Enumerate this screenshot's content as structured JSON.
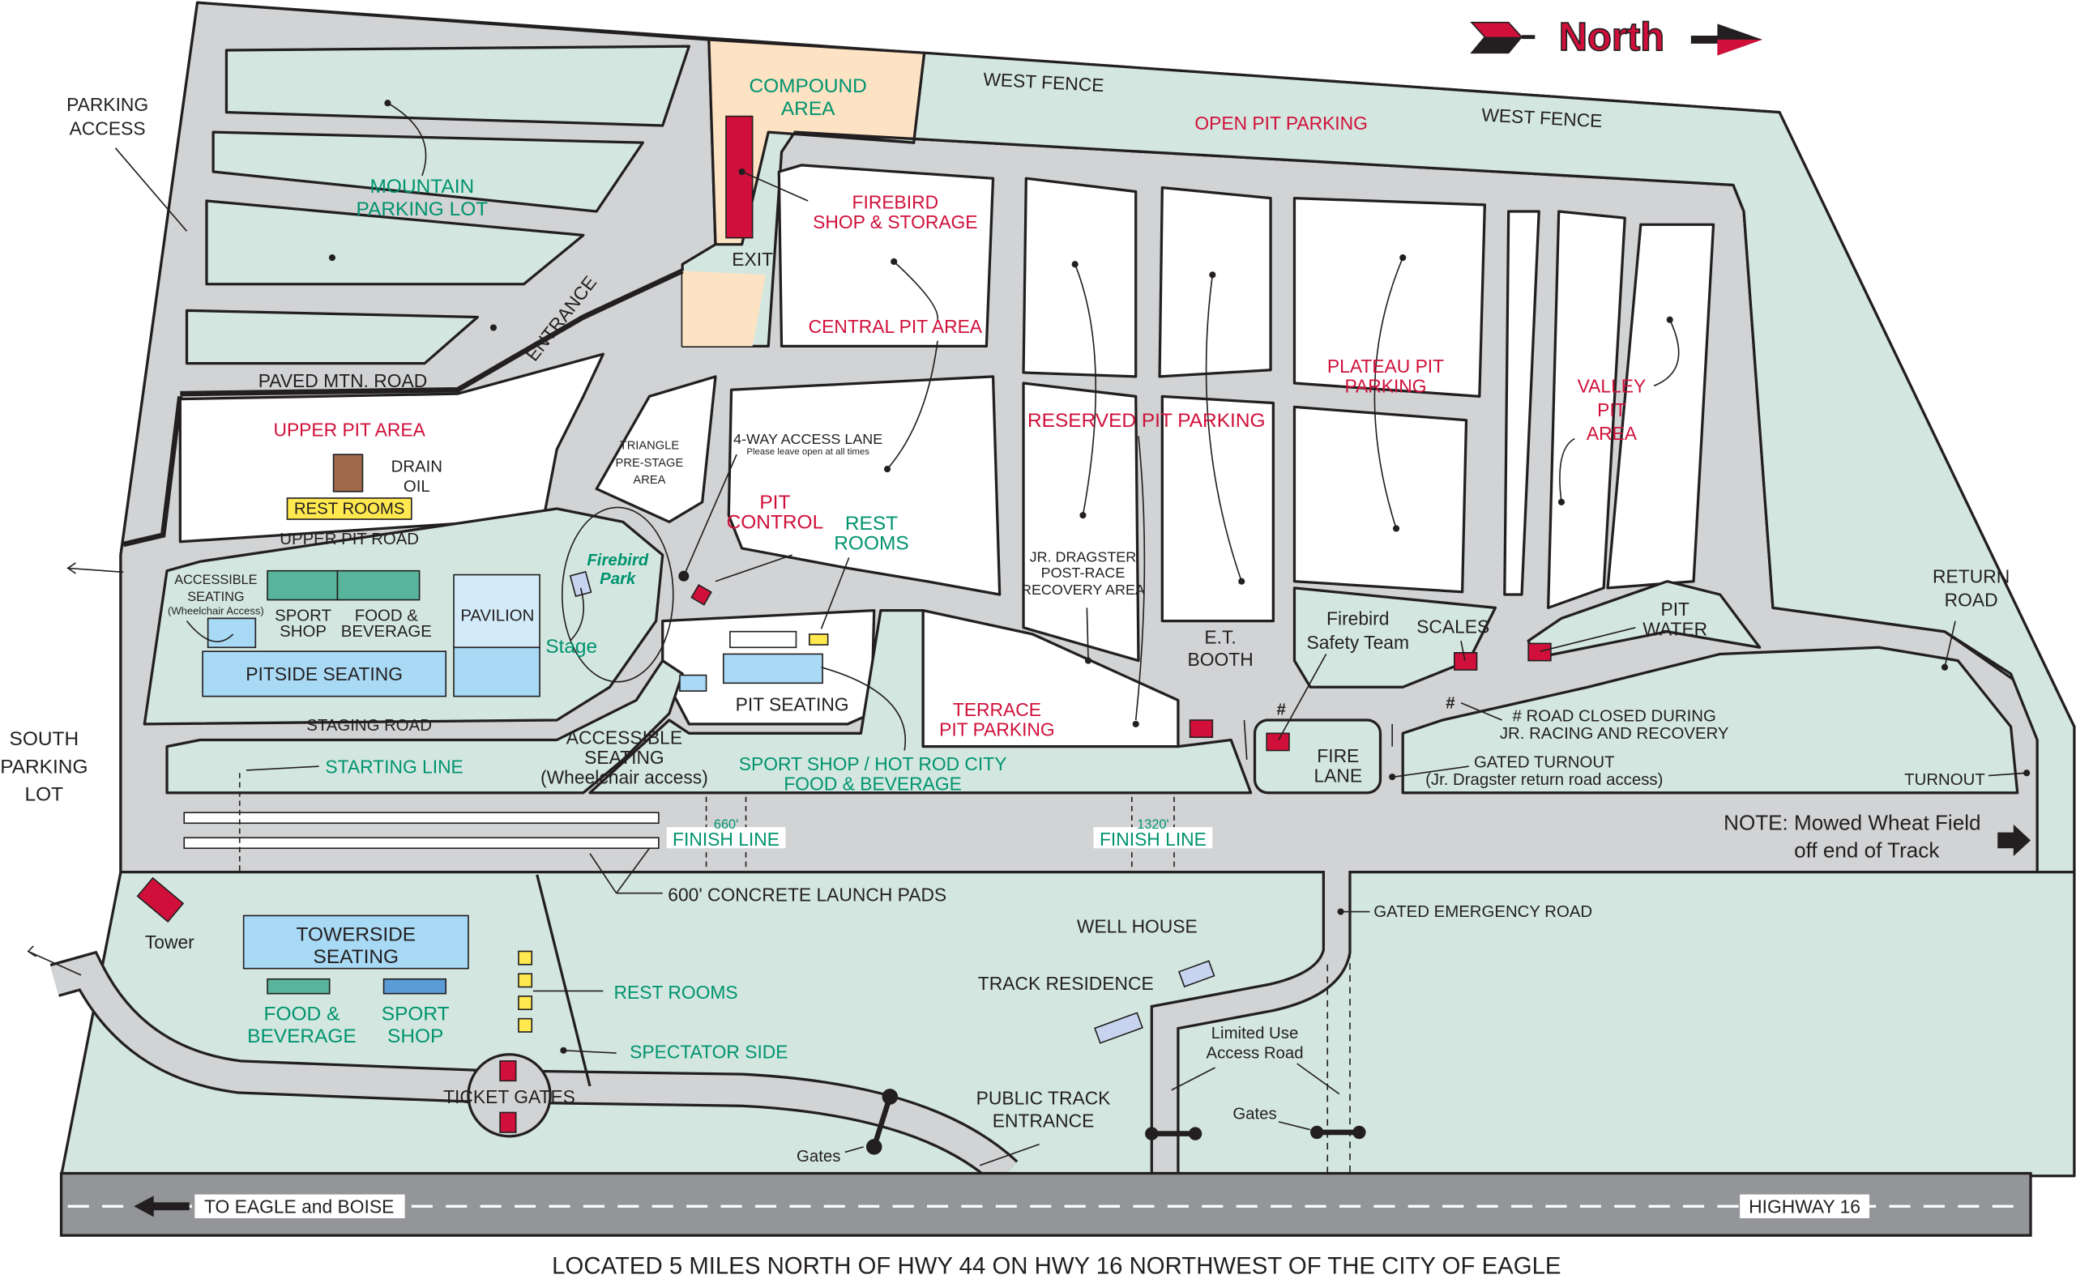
{
  "colors": {
    "field": "#d3e7e0",
    "road": "#d1d3d4",
    "red": "#d0103a",
    "green": "#00936e",
    "compound": "#fde3c3",
    "seating": "#a8d9f5",
    "shop": "#58b59b",
    "restroom": "#ffe94f",
    "highway": "#939598"
  },
  "labels": {
    "north": "North",
    "compound": [
      "COMPOUND",
      "AREA"
    ],
    "west_fence_1": "WEST FENCE",
    "west_fence_2": "WEST FENCE",
    "open_pit": "OPEN PIT PARKING",
    "parking_access": [
      "PARKING",
      "ACCESS"
    ],
    "mountain_lot": [
      "MOUNTAIN",
      "PARKING LOT"
    ],
    "firebird_shop": [
      "FIREBIRD",
      "SHOP & STORAGE"
    ],
    "exit": "EXIT",
    "entrance": "ENTRANCE",
    "central_pit": "CENTRAL PIT AREA",
    "paved_road": "PAVED MTN. ROAD",
    "plateau": [
      "PLATEAU PIT",
      "PARKING"
    ],
    "valley": [
      "VALLEY",
      "PIT",
      "AREA"
    ],
    "upper_pit_area": "UPPER PIT AREA",
    "drain_oil": [
      "DRAIN",
      "OIL"
    ],
    "rest_rooms_upper": "REST ROOMS",
    "upper_pit_road": "UPPER PIT ROAD",
    "triangle": [
      "TRIANGLE",
      "PRE-STAGE",
      "AREA"
    ],
    "four_way": [
      "4-WAY ACCESS LANE",
      "Please leave open at all times"
    ],
    "pit_control": [
      "PIT",
      "CONTROL"
    ],
    "rest_rooms_pit": [
      "REST",
      "ROOMS"
    ],
    "reserved": "RESERVED PIT PARKING",
    "jr_dragster": [
      "JR. DRAGSTER",
      "POST-RACE",
      "RECOVERY AREA"
    ],
    "return_road": [
      "RETURN",
      "ROAD"
    ],
    "accessible_upper": [
      "ACCESSIBLE",
      "SEATING",
      "(Wheelchair Access)"
    ],
    "sport_shop_upper": [
      "SPORT",
      "SHOP"
    ],
    "food_upper": [
      "FOOD &",
      "BEVERAGE"
    ],
    "pavilion": "PAVILION",
    "firebird_park": [
      "Firebird",
      "Park"
    ],
    "stage": "Stage",
    "pitside": "PITSIDE SEATING",
    "et_booth": [
      "E.T.",
      "BOOTH"
    ],
    "safety_team": [
      "Firebird",
      "Safety Team"
    ],
    "scales": "SCALES",
    "pit_water": [
      "PIT",
      "WATER"
    ],
    "pit_seating": "PIT SEATING",
    "terrace": [
      "TERRACE",
      "PIT PARKING"
    ],
    "hash": "#",
    "road_closed": [
      "# ROAD CLOSED DURING",
      "JR. RACING AND RECOVERY"
    ],
    "staging_road": "STAGING ROAD",
    "accessible_lower": [
      "ACCESSIBLE",
      "SEATING",
      "(Wheelchair access)"
    ],
    "hot_rod_city": [
      "SPORT SHOP / HOT ROD CITY",
      "FOOD & BEVERAGE"
    ],
    "fire_lane": [
      "FIRE",
      "LANE"
    ],
    "gated_turnout": [
      "GATED TURNOUT",
      "(Jr. Dragster return road access)"
    ],
    "turnout": "TURNOUT",
    "south_lot": [
      "SOUTH",
      "PARKING",
      "LOT"
    ],
    "starting_line": "STARTING LINE",
    "finish_660": [
      "660'",
      "FINISH LINE"
    ],
    "finish_1320": [
      "1320'",
      "FINISH LINE"
    ],
    "note": [
      "NOTE: Mowed Wheat Field",
      "off end of Track"
    ],
    "launch_pads": "600' CONCRETE LAUNCH PADS",
    "emergency_road": "GATED EMERGENCY ROAD",
    "tower": "Tower",
    "towerside": [
      "TOWERSIDE",
      "SEATING"
    ],
    "food_lower": [
      "FOOD &",
      "BEVERAGE"
    ],
    "sport_shop_lower": [
      "SPORT",
      "SHOP"
    ],
    "rest_rooms_lower": "REST ROOMS",
    "well_house": "WELL HOUSE",
    "track_residence": "TRACK RESIDENCE",
    "limited_use": [
      "Limited Use",
      "Access Road"
    ],
    "spectator_side": "SPECTATOR SIDE",
    "ticket_gates": "TICKET GATES",
    "public_entrance": [
      "PUBLIC TRACK",
      "ENTRANCE"
    ],
    "gates": "Gates",
    "to_eagle": "TO EAGLE and BOISE",
    "highway": "HIGHWAY 16",
    "footer": "LOCATED 5 MILES NORTH OF HWY 44 ON HWY 16 NORTHWEST OF THE CITY OF EAGLE"
  },
  "icons": [
    "north-arrow-icon",
    "red-marker",
    "marker-dot",
    "arrow-icon"
  ]
}
